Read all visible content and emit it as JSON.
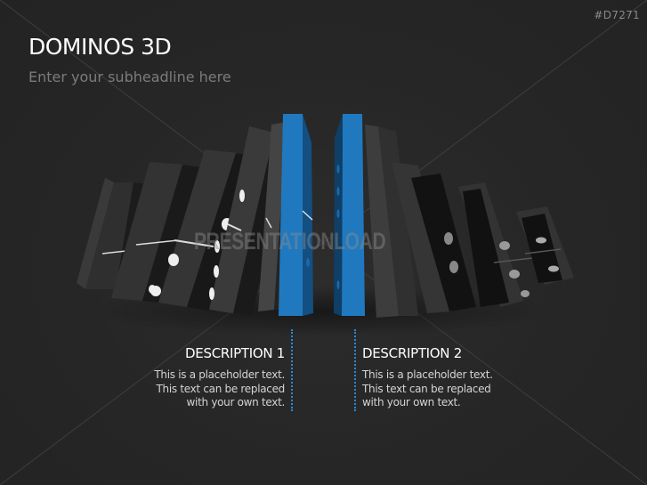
{
  "slide": {
    "id_tag": "#D7271",
    "title": "DOMINOS 3D",
    "subheadline": "Enter your subheadline here",
    "watermark": "PRESENTATIONLOAD",
    "accent_color": "#2079BF",
    "background_color": "#262626"
  },
  "descriptions": [
    {
      "heading": "DESCRIPTION 1",
      "lines": [
        "This is a placeholder text.",
        "This text can be replaced",
        "with your own text."
      ]
    },
    {
      "heading": "DESCRIPTION 2",
      "lines": [
        "This is a placeholder text.",
        "This text can be replaced",
        "with your own text."
      ]
    }
  ],
  "illustration": {
    "icon": "dominoes-3d-icon",
    "left_group_count": 6,
    "right_group_count": 6,
    "highlighted_dominoes": 2
  }
}
